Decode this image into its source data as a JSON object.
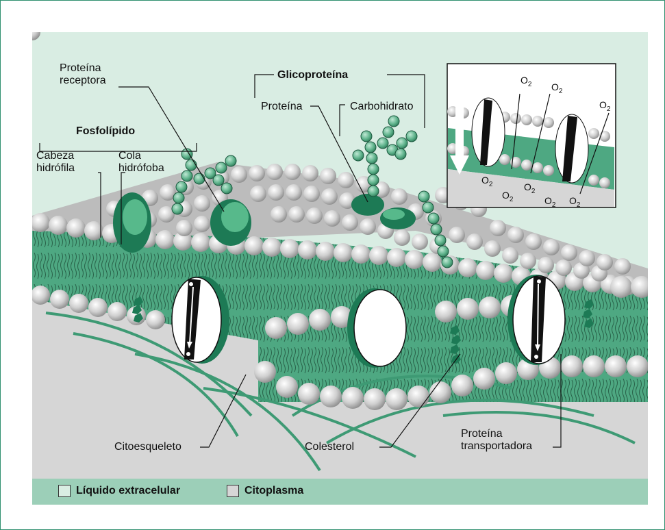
{
  "labels": {
    "proteina_receptora": "Proteína\nreceptora",
    "glicoproteina": "Glicoproteína",
    "proteina": "Proteína",
    "carbohidrato": "Carbohidrato",
    "fosfolipido": "Fosfolípido",
    "cabeza_hidrofila": "Cabeza\nhidrófila",
    "cola_hidrofoba": "Cola\nhidrófoba",
    "citoesqueleto": "Citoesqueleto",
    "colesterol": "Colesterol",
    "proteina_transportadora": "Proteína\ntransportadora"
  },
  "inset": {
    "molecule": "O",
    "subscript": "2"
  },
  "legend": {
    "extracellular": "Líquido extracelular",
    "cytoplasm": "Citoplasma"
  },
  "colors": {
    "extracellular": "#d9ede3",
    "cytoplasm": "#d6d6d6",
    "membrane": "#4ea882",
    "protein": "#1d7a55",
    "frame": "#2f8f6f"
  }
}
